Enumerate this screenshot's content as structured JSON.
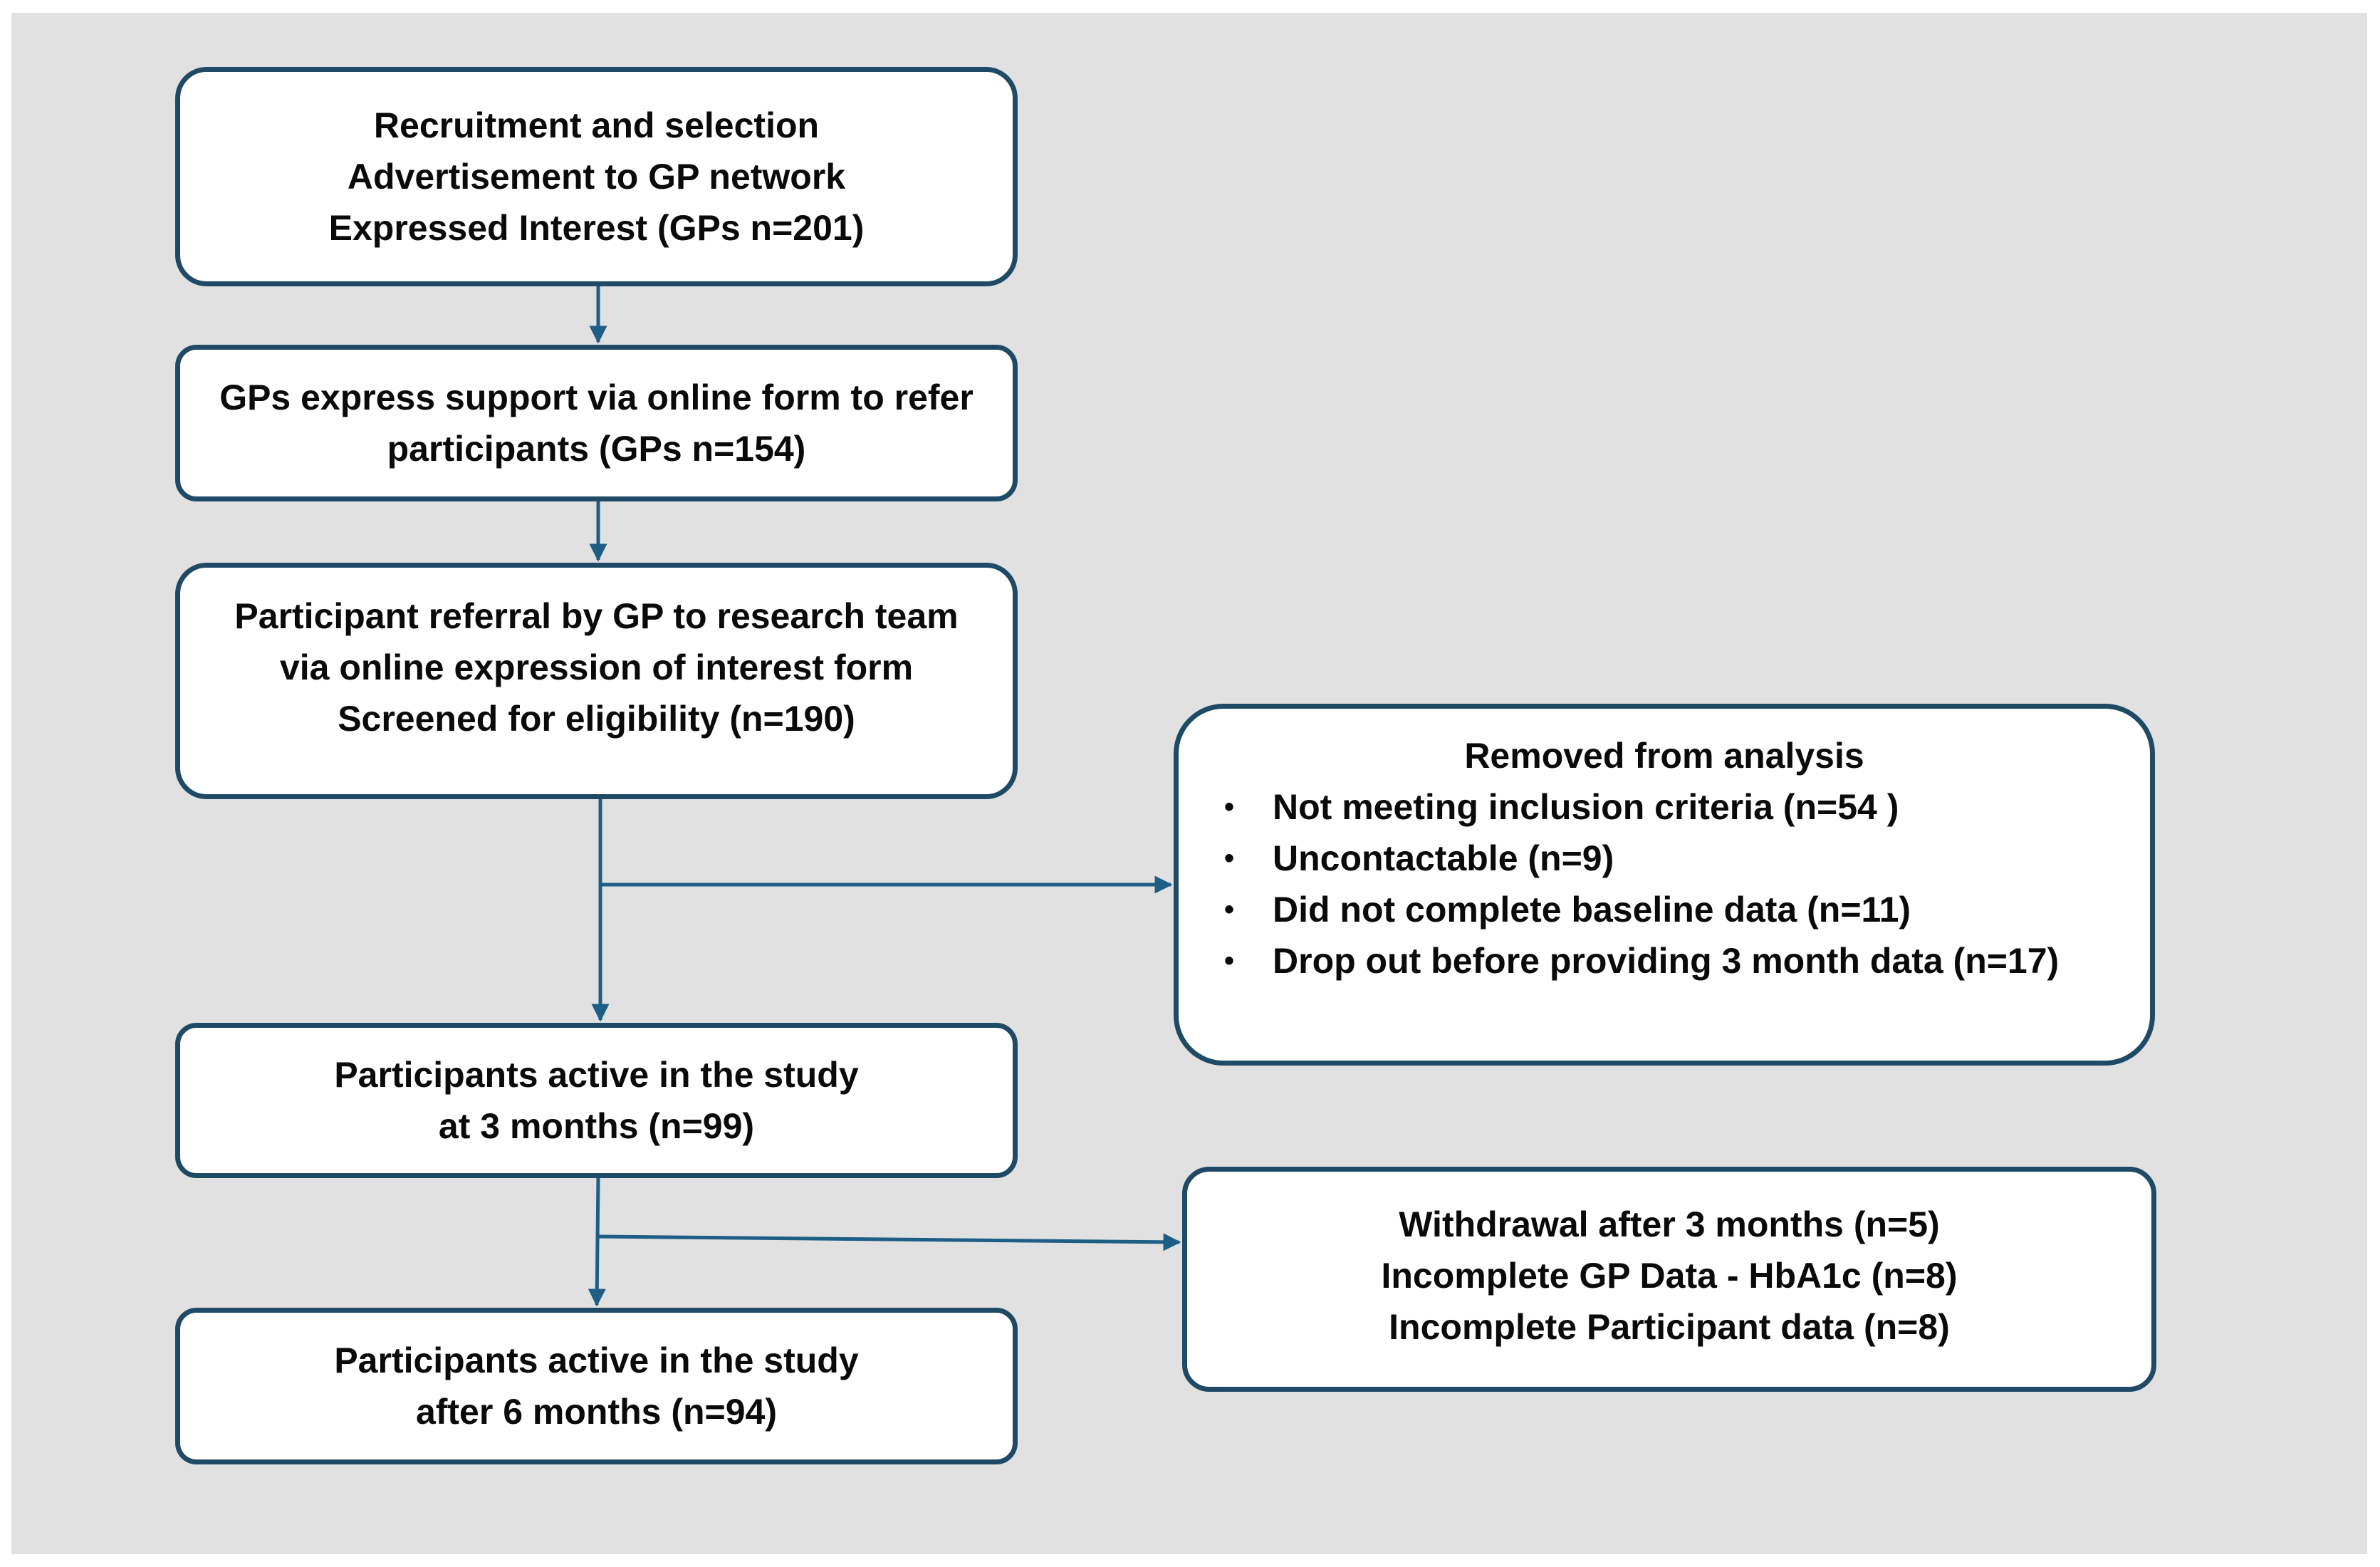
{
  "flowchart": {
    "recruitment": {
      "lines": [
        "Recruitment and selection",
        "Advertisement to GP network",
        "Expressed Interest (GPs n=201)"
      ]
    },
    "gp_support": {
      "lines": [
        "GPs express support via online form to refer",
        "participants (GPs n=154)"
      ]
    },
    "referral": {
      "lines": [
        "Participant referral by GP to research team",
        "via online expression of interest form",
        "Screened for eligibility (n=190)"
      ]
    },
    "removed": {
      "title": "Removed from analysis",
      "bullet_symbol": "•",
      "items": [
        "Not meeting inclusion criteria (n=54 )",
        "Uncontactable (n=9)",
        "Did not complete baseline data (n=11)",
        "Drop out before providing 3 month data (n=17)"
      ]
    },
    "active_3m": {
      "lines": [
        "Participants active in the study",
        "at 3 months (n=99)"
      ]
    },
    "withdrawal": {
      "lines": [
        "Withdrawal after 3 months (n=5)",
        "Incomplete GP Data - HbA1c (n=8)",
        "Incomplete Participant data (n=8)"
      ]
    },
    "active_6m": {
      "lines": [
        "Participants active in the study",
        "after 6 months (n=94)"
      ]
    }
  },
  "colors": {
    "background": "#e1e1e1",
    "box_border": "#1f4a66",
    "arrow": "#1e5d86",
    "text": "#0a0a0a"
  }
}
